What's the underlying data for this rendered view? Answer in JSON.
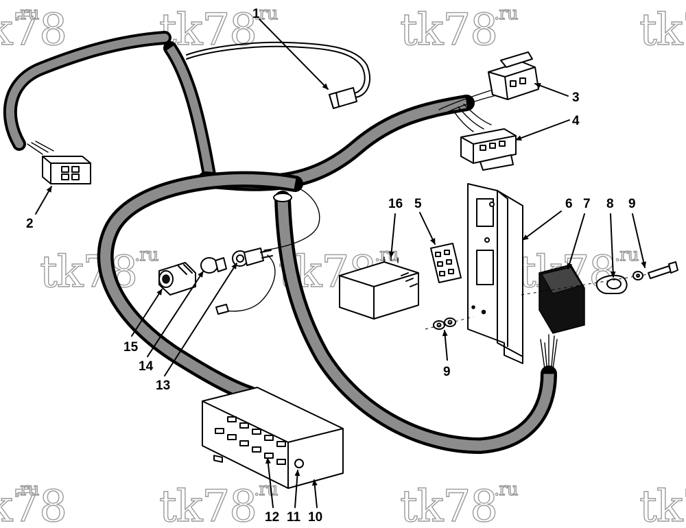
{
  "watermark": {
    "main": "tk78",
    "suffix": ".ru"
  },
  "callouts": {
    "c1": "1",
    "c2": "2",
    "c3": "3",
    "c4": "4",
    "c5": "5",
    "c6": "6",
    "c7": "7",
    "c8": "8",
    "c9a": "9",
    "c9b": "9",
    "c10": "10",
    "c11": "11",
    "c12": "12",
    "c13": "13",
    "c14": "14",
    "c15": "15",
    "c16": "16"
  },
  "colors": {
    "line": "#000000",
    "watermark_outline": "#9a9a9a",
    "background": "#ffffff"
  }
}
